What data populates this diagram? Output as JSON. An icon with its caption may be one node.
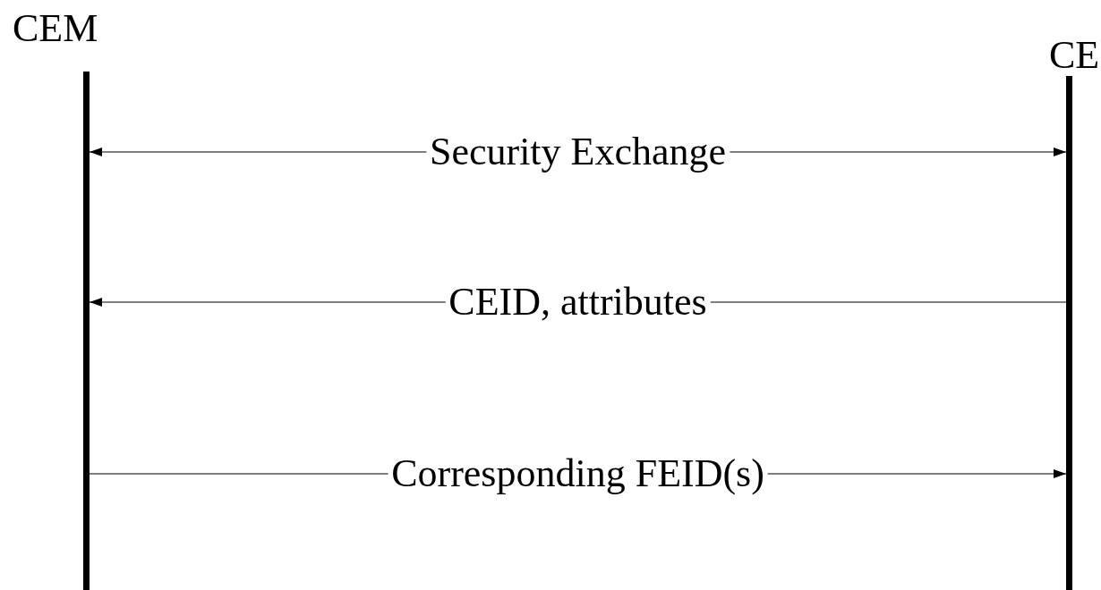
{
  "diagram": {
    "nodes": [
      {
        "text": [
          "CEM"
        ]
      },
      {
        "text": [
          "CE"
        ]
      }
    ],
    "edges": [
      {
        "from": 0,
        "to": 1,
        "arrow": "both",
        "label": "Security Exchange"
      },
      {
        "from": 1,
        "to": 0,
        "arrow": "to",
        "label": "CEID, attributes"
      },
      {
        "from": 0,
        "to": 1,
        "arrow": "to",
        "label": "Corresponding FEID(s)"
      }
    ]
  }
}
